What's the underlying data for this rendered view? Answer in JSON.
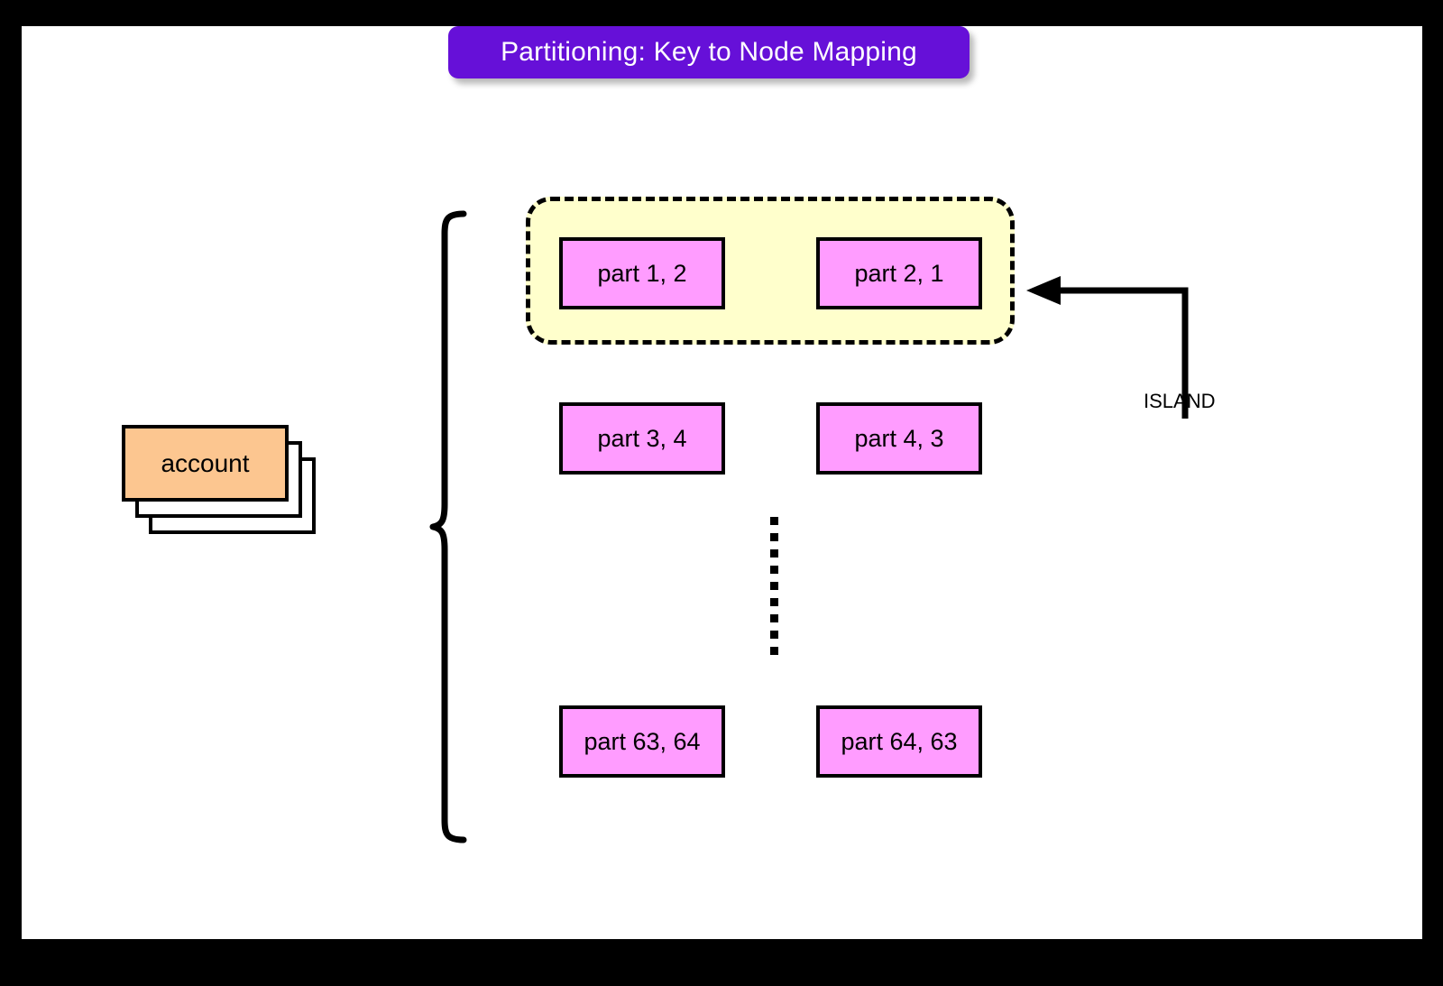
{
  "diagram": {
    "title": "Partitioning: Key to Node Mapping",
    "title_bar_color": "#6610d8",
    "title_text_color": "#ffffff",
    "canvas_background": "#ffffff",
    "frame_color": "#000000"
  },
  "source": {
    "label": "account",
    "fill_color": "#fcc690",
    "stack_count": 3,
    "name": "account-table-stack"
  },
  "grouping": {
    "brace_name": "partition-set-brace",
    "island": {
      "label": "ISLAND",
      "fill_color": "#ffffcc",
      "border_style": "dashed",
      "border_color": "#000000"
    }
  },
  "partitions": {
    "fill_color": "#ff9cff",
    "border_color": "#000000",
    "rows": [
      {
        "row_name": "island-row",
        "in_island": true,
        "cells": [
          {
            "label": "part 1, 2"
          },
          {
            "label": "part 2, 1"
          }
        ]
      },
      {
        "row_name": "second-row",
        "in_island": false,
        "cells": [
          {
            "label": "part 3, 4"
          },
          {
            "label": "part 4, 3"
          }
        ]
      },
      {
        "row_name": "last-row",
        "in_island": false,
        "cells": [
          {
            "label": "part 63, 64"
          },
          {
            "label": "part 64, 63"
          }
        ]
      }
    ],
    "ellipsis": {
      "name": "vertical-ellipsis",
      "style": "dotted",
      "dot_count": 9
    }
  }
}
